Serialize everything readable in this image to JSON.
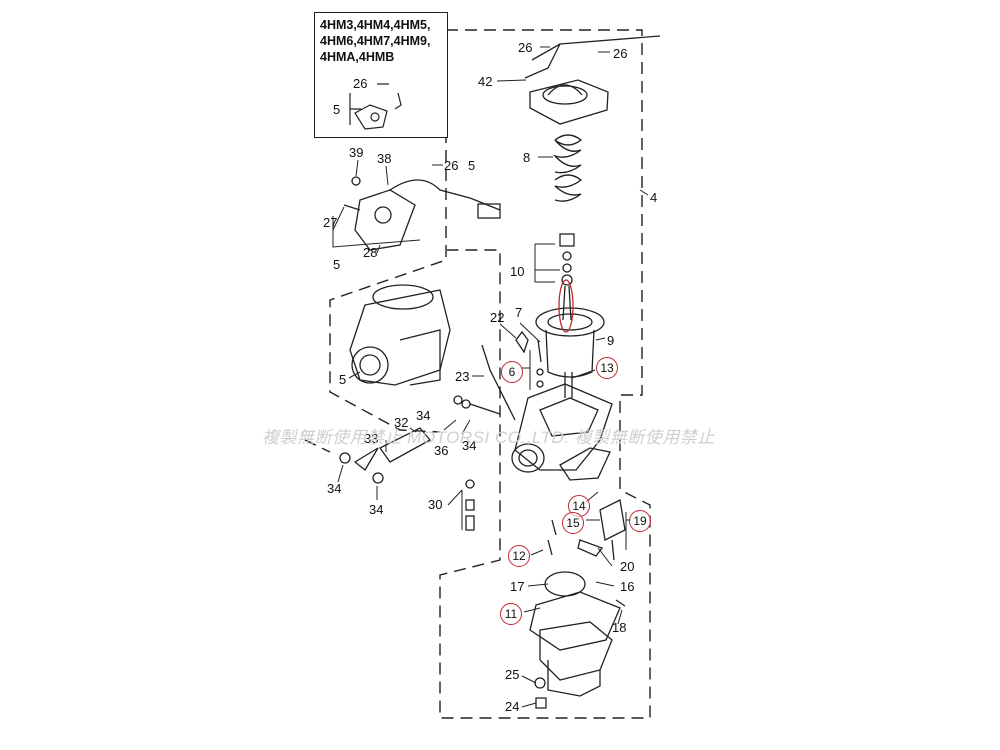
{
  "inset": {
    "models": "4HM3,4HM4,4HM5,\n4HM6,4HM7,4HM9,\n4HMA,4HMB",
    "callouts": [
      "26",
      "5"
    ]
  },
  "watermark": "複製無断使用禁止 MOTORSI CO.,LTD. 複製無断使用禁止",
  "callouts": [
    "26",
    "26",
    "42",
    "8",
    "4",
    "10",
    "39",
    "38",
    "26",
    "5",
    "27",
    "28",
    "5",
    "7",
    "9",
    "22",
    "13",
    "6",
    "23",
    "5",
    "32",
    "34",
    "33",
    "36",
    "34",
    "34",
    "34",
    "30",
    "14",
    "15",
    "19",
    "12",
    "20",
    "17",
    "16",
    "11",
    "18",
    "25",
    "24"
  ],
  "highlighted_callouts": [
    "13",
    "6",
    "14",
    "15",
    "19",
    "12",
    "11"
  ],
  "colors": {
    "highlight": "#c0282d",
    "line": "#222222",
    "watermark": "#cfcfcf"
  }
}
